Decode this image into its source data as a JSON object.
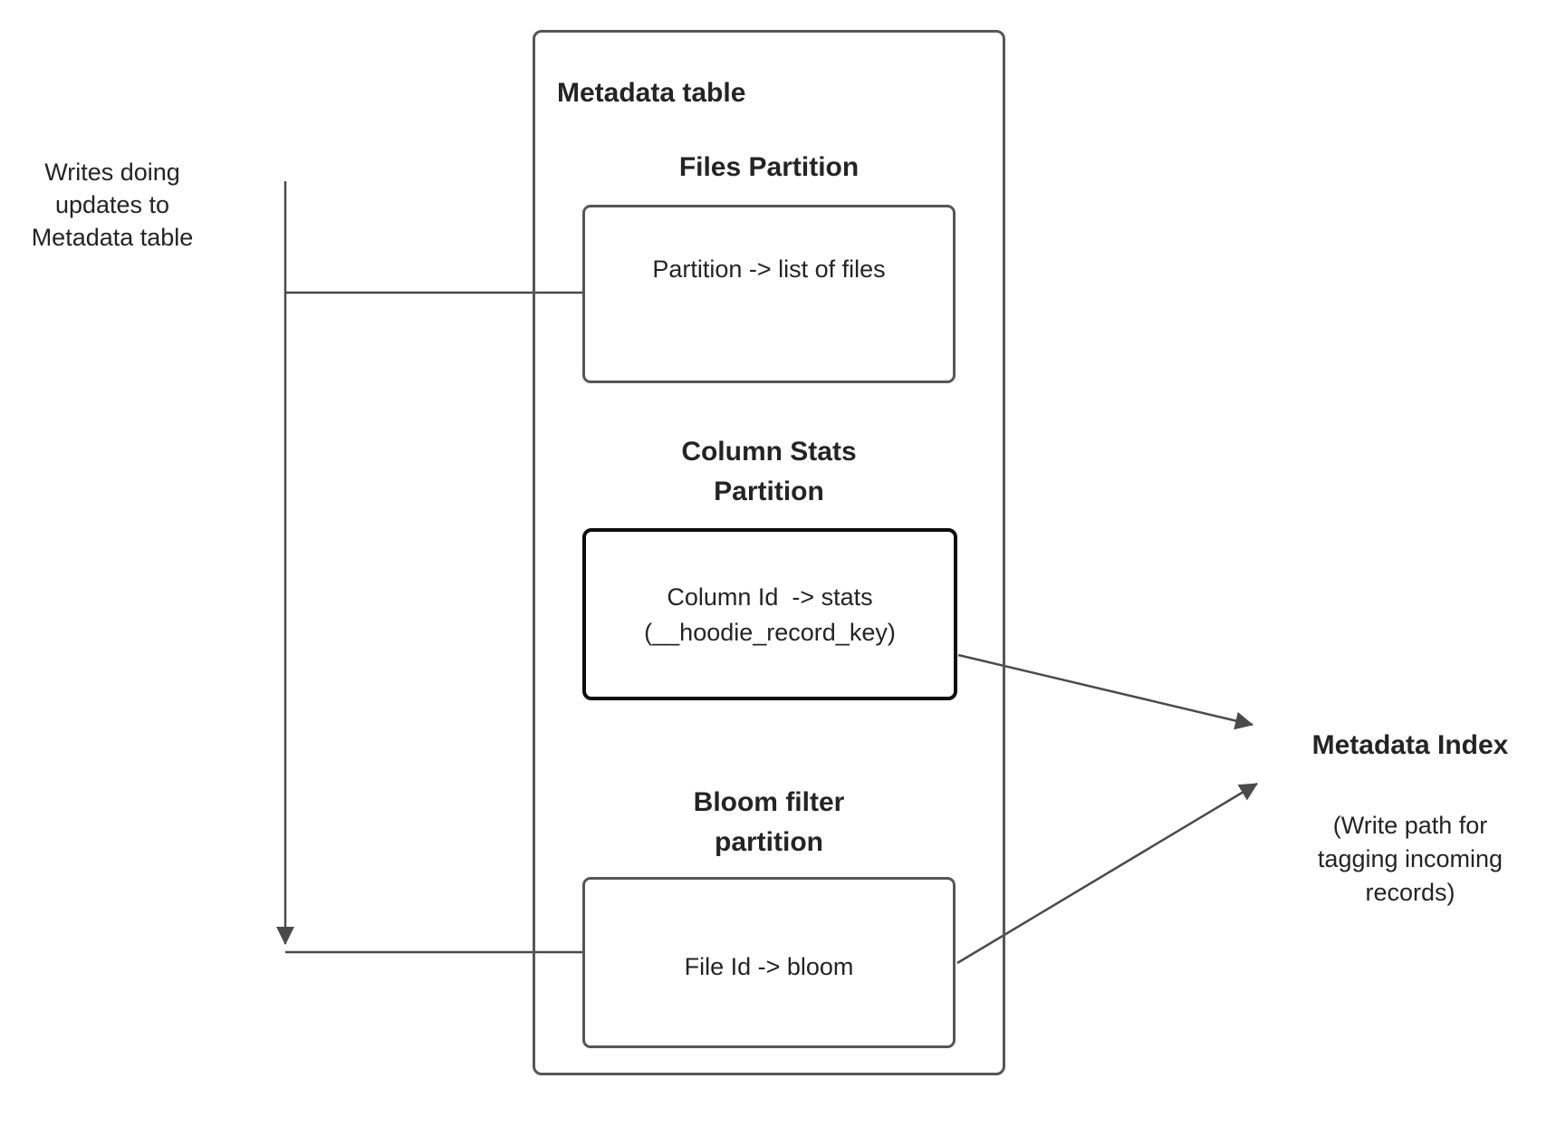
{
  "colors": {
    "line": "#4a4a4a",
    "box_border": "#565656",
    "stats_box_border": "#0d0d0d",
    "text": "#242424"
  },
  "left_annotation": {
    "label": "Writes doing\nupdates to\nMetadata table"
  },
  "metadata_table": {
    "title": "Metadata table",
    "sections": [
      {
        "heading": "Files Partition",
        "box_text": "Partition -> list of files"
      },
      {
        "heading": "Column Stats\nPartition",
        "box_text": "Column Id  -> stats\n(__hoodie_record_key)"
      },
      {
        "heading": "Bloom filter\npartition",
        "box_text": "File Id -> bloom"
      }
    ]
  },
  "metadata_index": {
    "title": "Metadata Index",
    "caption": "(Write path for\ntagging incoming\nrecords)"
  }
}
